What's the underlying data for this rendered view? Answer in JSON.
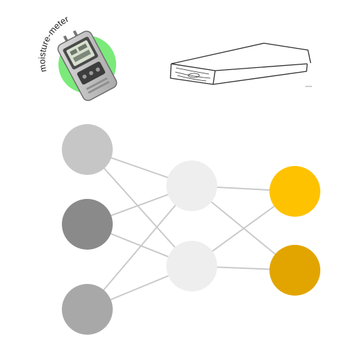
{
  "meter": {
    "label": "moisture-meter",
    "icon": "moisture-meter-icon",
    "halo_color": "#7bea7b"
  },
  "board": {
    "icon": "wood-plank-icon"
  },
  "network": {
    "layers": [
      [
        {
          "id": "in1",
          "color": "#c6c6c6"
        },
        {
          "id": "in2",
          "color": "#8a8a8a"
        },
        {
          "id": "in3",
          "color": "#a8a8a8"
        }
      ],
      [
        {
          "id": "h1",
          "color": "#eeeeee"
        },
        {
          "id": "h2",
          "color": "#eeeeee"
        }
      ],
      [
        {
          "id": "out1",
          "color": "#ffc200"
        },
        {
          "id": "out2",
          "color": "#e2a500"
        }
      ]
    ],
    "edge_color": "#c9c9c9"
  }
}
